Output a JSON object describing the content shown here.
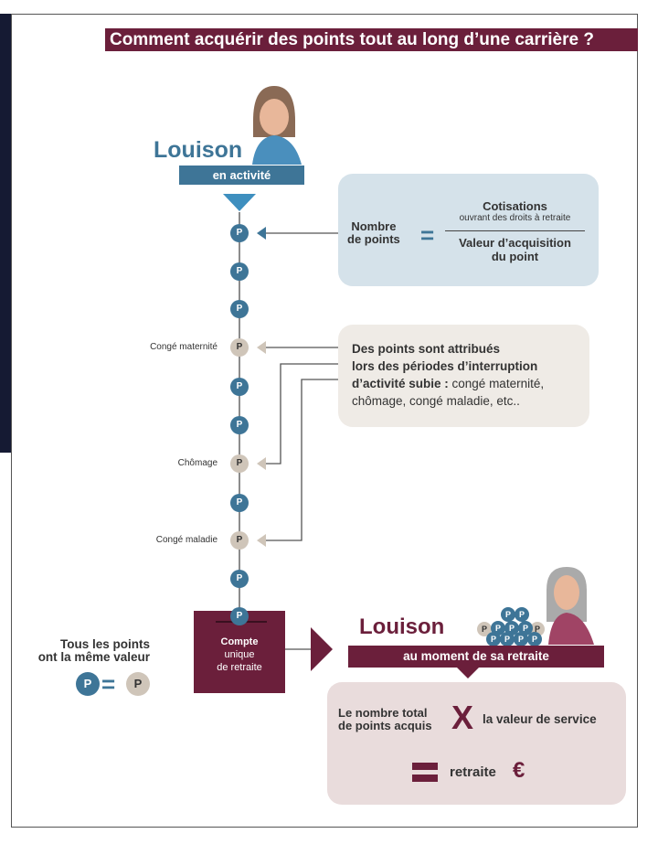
{
  "title": "Comment acquérir des points tout au long d’une carrière ?",
  "person_active": {
    "name": "Louison",
    "status": "en activité"
  },
  "formula": {
    "left_1": "Nombre",
    "left_2": "de points",
    "numerator": "Cotisations",
    "numerator_sub": "ouvrant des droits à retraite",
    "denominator_1": "Valeur d’acquisition",
    "denominator_2": "du point"
  },
  "interruption": {
    "bold_1": "Des points sont attribués",
    "bold_2": "lors des périodes d’interruption",
    "bold_3": "d’activité subie :",
    "rest_3": " congé maternité,",
    "line_4": "chômage, congé maladie, etc.."
  },
  "point_symbol": "P",
  "timeline_labels": {
    "maternite": "Congé maternité",
    "chomage": "Chômage",
    "maladie": "Congé maladie"
  },
  "account": {
    "line_1": "Compte",
    "line_2": "unique",
    "line_3": "de retraite"
  },
  "equal_value": {
    "line_1": "Tous les points",
    "line_2": "ont la même valeur"
  },
  "person_retired": {
    "name": "Louison",
    "status": "au moment de sa retraite"
  },
  "result": {
    "left_1": "Le nombre total",
    "left_2": "de points acquis",
    "times": "X",
    "right": "la valeur de service",
    "result": "retraite",
    "currency": "€"
  },
  "colors": {
    "blue": "#3e7597",
    "burgundy": "#6b1f3b",
    "beige": "#cfc5b9"
  }
}
